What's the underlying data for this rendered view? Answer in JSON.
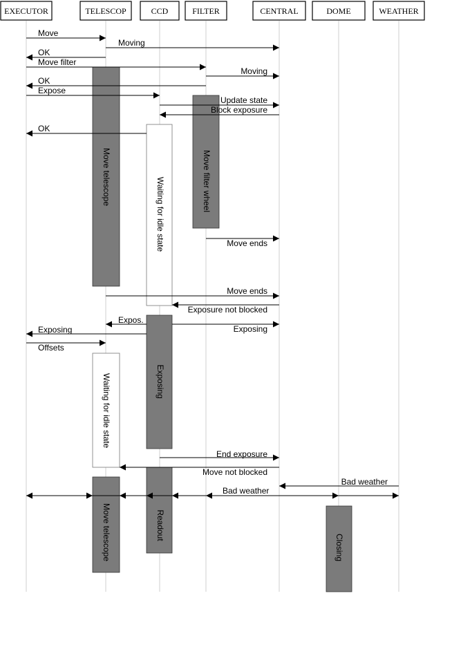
{
  "actors": {
    "executor": "EXECUTOR",
    "telescop": "TELESCOP",
    "ccd": "CCD",
    "filter": "FILTER",
    "central": "CENTRAL",
    "dome": "DOME",
    "weather": "WEATHER"
  },
  "messages": {
    "move": "Move",
    "moving1": "Moving",
    "ok1": "OK",
    "move_filter": "Move filter",
    "moving2": "Moving",
    "ok2": "OK",
    "expose": "Expose",
    "update_state": "Update state",
    "block_exposure": "Block exposure",
    "ok3": "OK",
    "move_ends1": "Move ends",
    "move_ends2": "Move ends",
    "exposure_not_blocked": "Exposure not blocked",
    "expos": "Expos.",
    "exposing_central": "Exposing",
    "exposing_executor": "Exposing",
    "offsets": "Offsets",
    "end_exposure": "End exposure",
    "move_not_blocked": "Move not blocked",
    "bad_weather_in": "Bad weather",
    "bad_weather_broadcast": "Bad weather"
  },
  "activations": {
    "move_telescope_1": "Move telescope",
    "waiting_idle_ccd": "Waiting for idle state",
    "move_filter_wheel": "Move filter wheel",
    "exposing": "Exposing",
    "waiting_idle_telescop": "Waiting for idle state",
    "move_telescope_2": "Move telescope",
    "readout": "Readout",
    "closing": "Closing"
  }
}
